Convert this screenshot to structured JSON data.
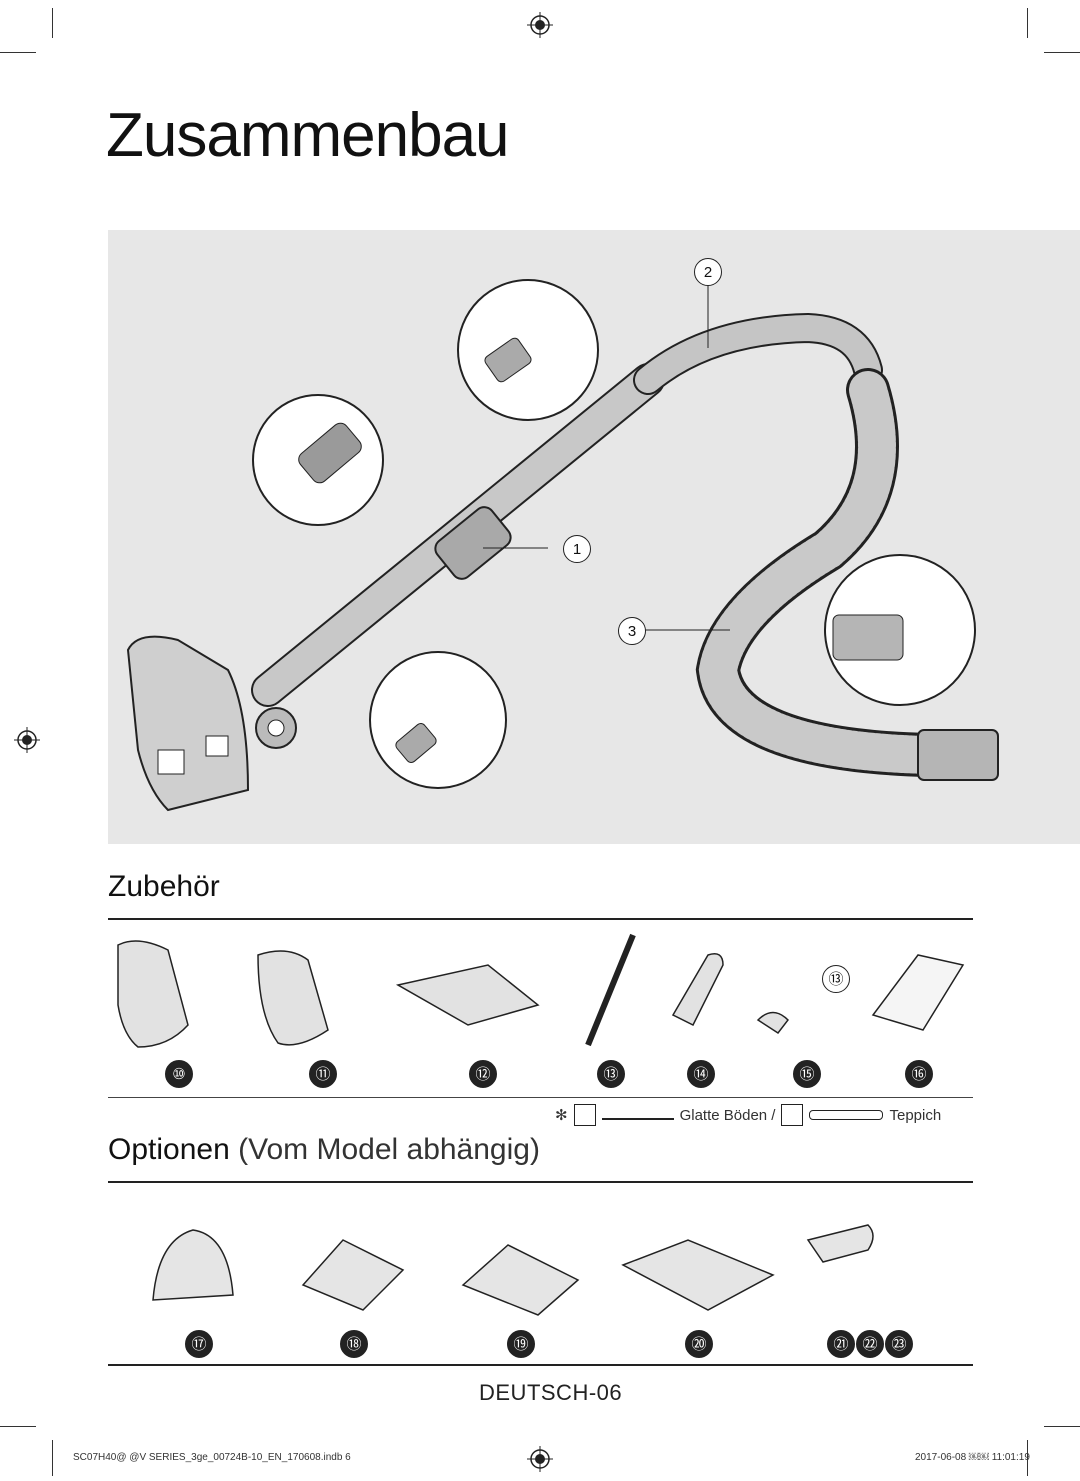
{
  "title": "Zusammenbau",
  "assembly_callouts": [
    "1",
    "2",
    "3"
  ],
  "accessories": {
    "title": "Zubehör",
    "items": [
      "⑩",
      "⑪",
      "⑫",
      "⑬",
      "⑭",
      "⑮",
      "⑯"
    ],
    "inline_badge": "⑬",
    "legend": {
      "marker": "✻",
      "smooth_floor": "Glatte Böden /",
      "carpet": "Teppich"
    }
  },
  "options": {
    "title_main": "Optionen",
    "title_sub": "(Vom Model abhängig)",
    "items": [
      "⑰",
      "⑱",
      "⑲",
      "⑳"
    ],
    "group": [
      "㉑",
      "㉒",
      "㉓"
    ]
  },
  "page_number": "DEUTSCH-06",
  "imprint": {
    "file": "SC07H40@ @V SERIES_3ge_00724B-10_EN_170608.indb   6",
    "date": "2017-06-08   ￼￼ 11:01:19"
  }
}
